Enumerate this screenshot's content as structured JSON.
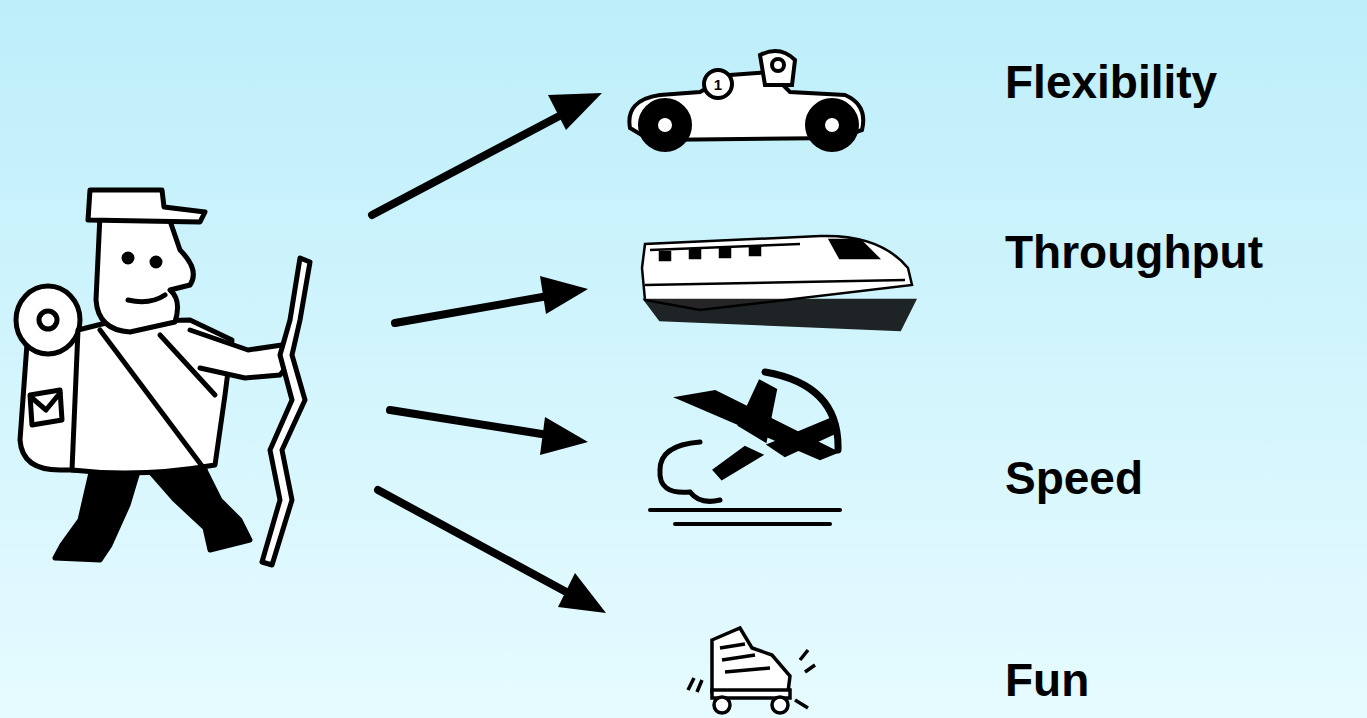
{
  "diagram": {
    "labels": [
      "Flexibility",
      "Throughput",
      "Speed",
      "Fun",
      "1"
    ]
  }
}
